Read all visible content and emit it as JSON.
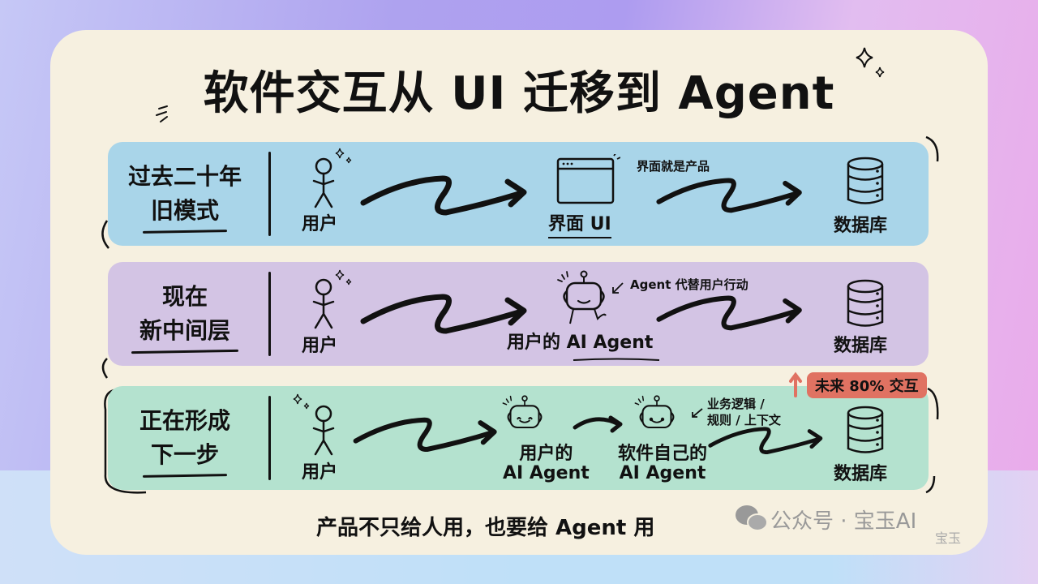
{
  "title": "软件交互从 UI 迁移到 Agent",
  "rows": [
    {
      "label_line1": "过去二十年",
      "label_line2": "旧模式",
      "color": "#a9d5e9",
      "nodes": [
        {
          "label": "用户",
          "icon": "stick-figure-icon"
        },
        {
          "label": "界面 UI",
          "icon": "browser-window-icon"
        },
        {
          "label": "数据库",
          "icon": "database-icon"
        }
      ],
      "note": "界面就是产品"
    },
    {
      "label_line1": "现在",
      "label_line2": "新中间层",
      "color": "#d3c4e4",
      "nodes": [
        {
          "label": "用户",
          "icon": "stick-figure-icon"
        },
        {
          "label": "用户的 AI Agent",
          "icon": "robot-icon"
        },
        {
          "label": "数据库",
          "icon": "database-icon"
        }
      ],
      "note": "Agent 代替用户行动"
    },
    {
      "label_line1": "正在形成",
      "label_line2": "下一步",
      "color": "#b4e2cf",
      "nodes": [
        {
          "label": "用户",
          "icon": "stick-figure-icon"
        },
        {
          "label_line1": "用户的",
          "label_line2": "AI Agent",
          "icon": "robot-icon"
        },
        {
          "label_line1": "软件自己的",
          "label_line2": "AI Agent",
          "icon": "robot-icon"
        },
        {
          "label": "数据库",
          "icon": "database-icon"
        }
      ],
      "note_line1": "业务逻辑 /",
      "note_line2": "规则 / 上下文"
    }
  ],
  "badge": {
    "text": "未来 80% 交互",
    "color": "#e07262"
  },
  "footer": "产品不只给人用，也要给 Agent 用",
  "watermark": {
    "text": "公众号 · 宝玉AI",
    "sub": "宝玉",
    "icon": "wechat-icon"
  }
}
